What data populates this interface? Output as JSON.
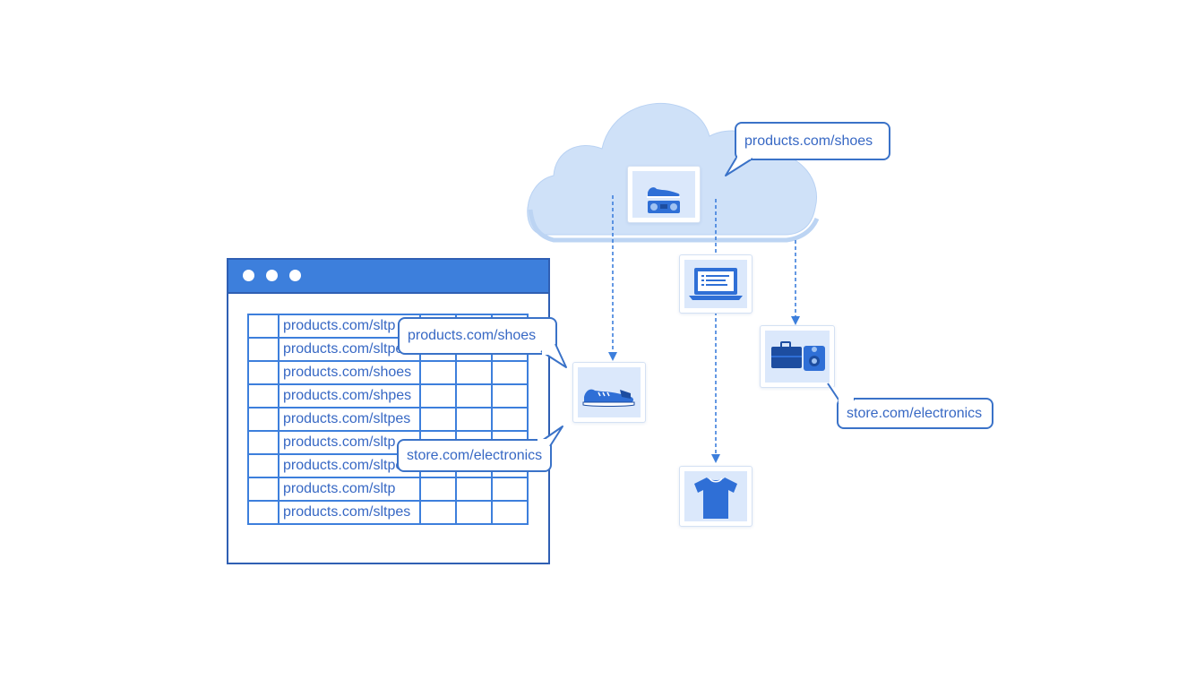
{
  "spreadsheet": {
    "rows": [
      "products.com/sltp",
      "products.com/sltpes",
      "products.com/shoes",
      "products.com/shpes",
      "products.com/sltpes",
      "products.com/sltp",
      "products.com/sltpes",
      "products.com/sltp",
      "products.com/sltpes"
    ]
  },
  "bubbles": {
    "cloud_label": "products.com/shoes",
    "sheet_top_label": "products.com/shoes",
    "sheet_bottom_label": "store.com/electronics",
    "right_label": "store.com/electronics"
  },
  "icons": {
    "cloud_tile": [
      "sneaker-icon",
      "boombox-icon"
    ],
    "laptop_tile": "laptop-icon",
    "shoe_tile": "sneaker-icon",
    "bags_tile": [
      "briefcase-icon",
      "camera-icon"
    ],
    "shirt_tile": "tshirt-icon"
  },
  "colors": {
    "accent": "#3d7fdc",
    "accent_dark": "#2f5fb3",
    "cloud": "#cfe1f8",
    "tile_fill": "#dbe8fb",
    "text": "#3768c4"
  }
}
